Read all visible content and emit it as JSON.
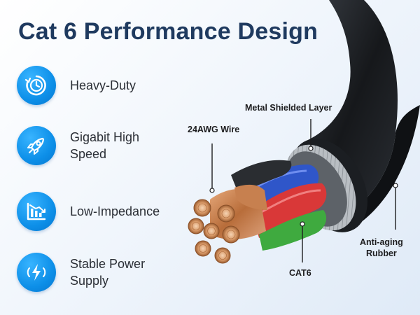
{
  "title": "Cat 6 Performance Design",
  "features": [
    {
      "label": "Heavy-Duty",
      "icon": "stopwatch-icon"
    },
    {
      "label": "Gigabit High\nSpeed",
      "icon": "rocket-icon"
    },
    {
      "label": "Low-Impedance",
      "icon": "descending-bars-icon"
    },
    {
      "label": "Stable Power\nSupply",
      "icon": "lightning-waves-icon"
    }
  ],
  "callouts": {
    "metal_shield": "Metal Shielded Layer",
    "wire_gauge": "24AWG Wire",
    "jacket": "Anti-aging\nRubber",
    "category": "CAT6"
  },
  "colors": {
    "accent": "#0d8fe8",
    "title": "#1f3a5f",
    "copper": "#c98a55",
    "jacket": "#1b1e22"
  }
}
